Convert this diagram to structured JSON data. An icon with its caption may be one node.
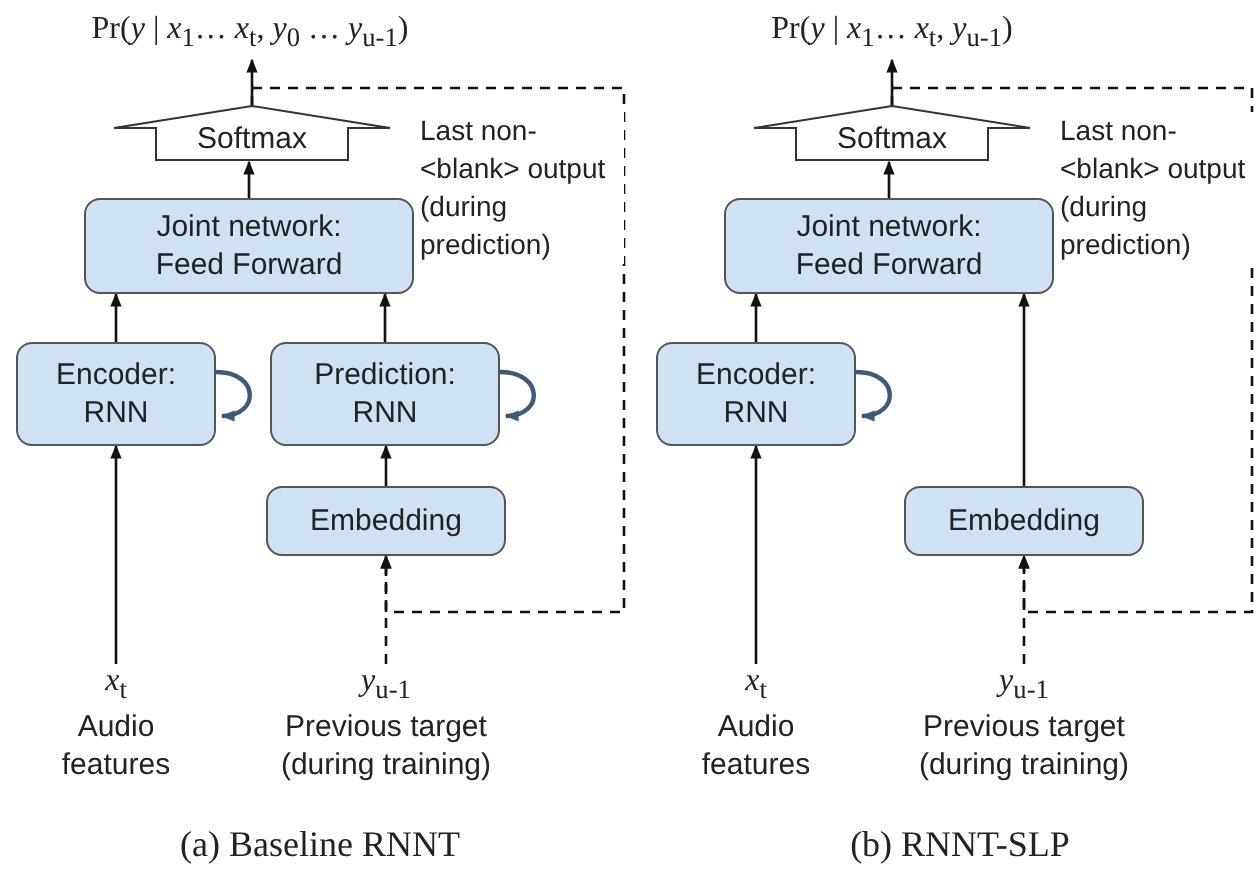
{
  "diagram": {
    "nodes": [
      {
        "text": [
          "Pr(*y* | *x*$_{1}$… *x*$_{t}$, *y*$_{0}$ … *y*$_{u-1}$)"
        ]
      },
      {
        "text": [
          "Softmax"
        ]
      },
      {
        "text": [
          "Joint network: Feed Forward"
        ]
      },
      {
        "text": [
          "Encoder: RNN"
        ]
      },
      {
        "text": [
          "Prediction: RNN"
        ]
      },
      {
        "text": [
          "Embedding"
        ]
      },
      {
        "text": [
          "*x*$_{t}$",
          "Audio features"
        ]
      },
      {
        "text": [
          "*y*$_{u-1}$",
          "Previous target (during training)"
        ]
      },
      {
        "text": [
          "Pr(*y* | *x*$_{1}$… *x*$_{t}$, *y*$_{u-1}$)"
        ]
      },
      {
        "text": [
          "Softmax"
        ]
      },
      {
        "text": [
          "Joint network: Feed Forward"
        ]
      },
      {
        "text": [
          "Encoder: RNN"
        ]
      },
      {
        "text": [
          "Embedding"
        ]
      },
      {
        "text": [
          "*x*$_{t}$",
          "Audio features"
        ]
      },
      {
        "text": [
          "*y*$_{u-1}$",
          "Previous target (during training)"
        ]
      }
    ],
    "edges": [
      {
        "from": 1,
        "to": 0,
        "arrow": "to"
      },
      {
        "from": 2,
        "to": 1,
        "arrow": "to"
      },
      {
        "from": 3,
        "to": 2,
        "arrow": "to"
      },
      {
        "from": 4,
        "to": 2,
        "arrow": "to"
      },
      {
        "from": 5,
        "to": 4,
        "arrow": "to"
      },
      {
        "from": 6,
        "to": 3,
        "arrow": "to"
      },
      {
        "from": 7,
        "to": 5,
        "arrow": "to",
        "style": "dashed"
      },
      {
        "from": 1,
        "to": 5,
        "arrow": "to",
        "style": "dashed",
        "label": "Last non-<blank> output (during prediction)"
      },
      {
        "from": 3,
        "to": 3,
        "arrow": "to",
        "color": "#3d5a78"
      },
      {
        "from": 4,
        "to": 4,
        "arrow": "to",
        "color": "#3d5a78"
      },
      {
        "from": 9,
        "to": 8,
        "arrow": "to"
      },
      {
        "from": 10,
        "to": 9,
        "arrow": "to"
      },
      {
        "from": 11,
        "to": 10,
        "arrow": "to"
      },
      {
        "from": 12,
        "to": 10,
        "arrow": "to"
      },
      {
        "from": 13,
        "to": 11,
        "arrow": "to"
      },
      {
        "from": 14,
        "to": 12,
        "arrow": "to",
        "style": "dashed"
      },
      {
        "from": 9,
        "to": 12,
        "arrow": "to",
        "style": "dashed",
        "label": "Last non-<blank> output (during prediction)"
      },
      {
        "from": 11,
        "to": 11,
        "arrow": "to",
        "color": "#3d5a78"
      }
    ],
    "labels": [
      "(a) Baseline RNNT",
      "(b) RNNT-SLP"
    ]
  }
}
